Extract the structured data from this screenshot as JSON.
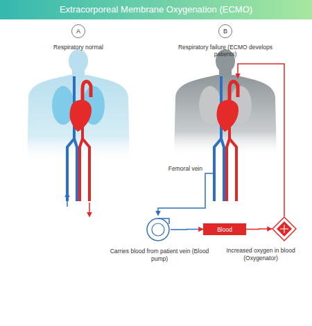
{
  "diagram": {
    "title": "Extracorporeal Membrane Oxygenation (ECMO)",
    "nodes": [
      {
        "text": [
          "A"
        ]
      },
      {
        "text": [
          "B"
        ]
      },
      {
        "text": [
          "Carries blood from patient vein (Blood pump)"
        ]
      },
      {
        "text": [
          "Blood"
        ]
      },
      {
        "text": [
          "Increased oxygen in blood (Oxygenator)"
        ]
      }
    ],
    "edges": [
      {
        "from": 2,
        "to": 3,
        "arrow": "to"
      },
      {
        "from": 3,
        "to": 4,
        "arrow": "to"
      }
    ],
    "labels": [
      "Respiratory normal",
      "Respiratory failure (ECMO develops patients)",
      "Femoral vein"
    ]
  }
}
